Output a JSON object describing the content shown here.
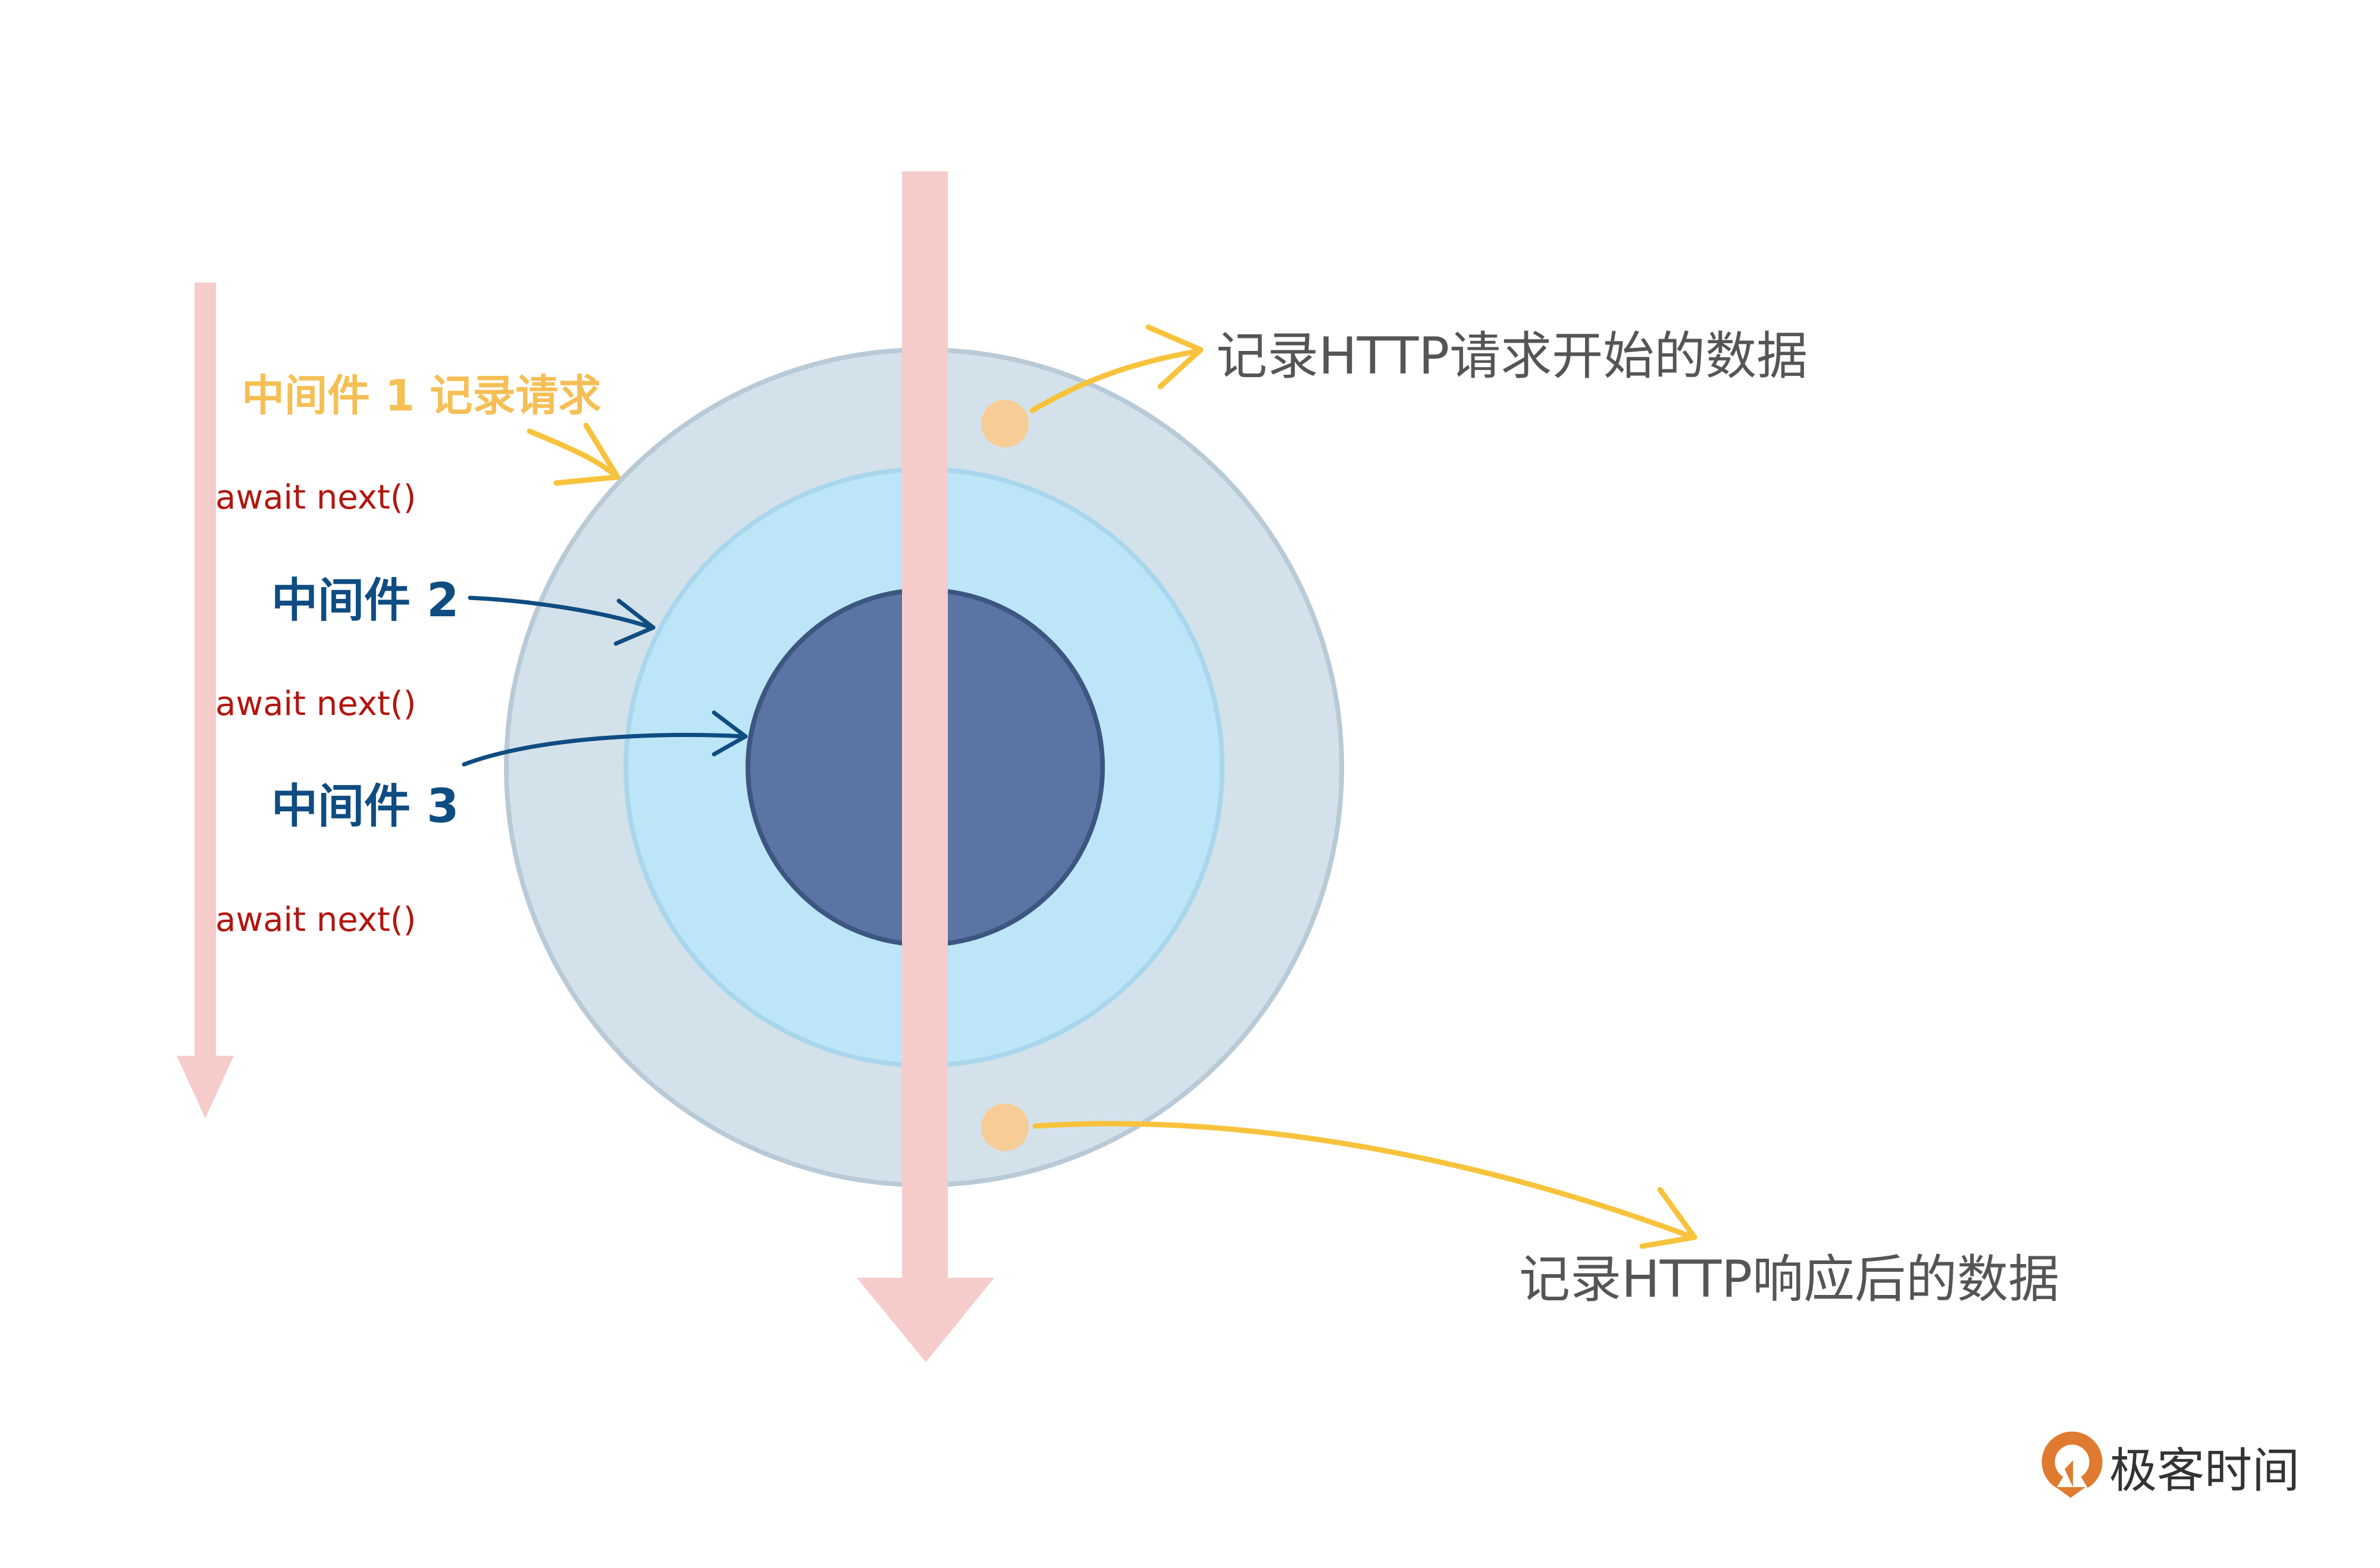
{
  "labels": {
    "mw1": "中间件 1 记录请求",
    "mw2": "中间件 2",
    "mw3": "中间件 3",
    "await1": "await next()",
    "await2": "await next()",
    "await3": "await next()",
    "request_start": "记录HTTP请求开始的数据",
    "response_after": "记录HTTP响应后的数据"
  },
  "logo": {
    "text": "极客时间"
  },
  "colors": {
    "outer_ring": "#d3e2ea",
    "middle_ring": "#bce6f7",
    "core": "#5a74a3",
    "arrow_pink": "#f6cccb",
    "yellow": "#f8c33c",
    "dot": "#f8cc96",
    "orange_text": "#f5bf55",
    "blue_text": "#0f4c81",
    "red_text": "#b3150f",
    "gray_text": "#555555"
  }
}
